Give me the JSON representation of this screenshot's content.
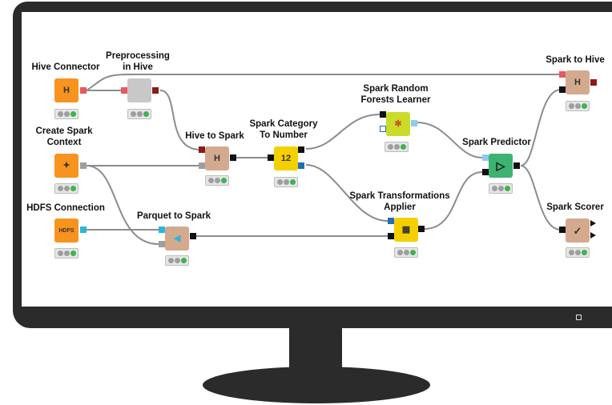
{
  "colors": {
    "orange": "#f7931e",
    "gray": "#c8c8c8",
    "tan": "#d4a98e",
    "yellow": "#f5d000",
    "lime": "#c9dc2a",
    "green": "#3cb371",
    "black": "#111111",
    "red": "#e8585e",
    "darkred": "#8b1a1a",
    "cyan": "#2ab7d8",
    "blue": "#1f6fb8",
    "lightblue": "#8ecaf0",
    "status_gray": "#9e9e9e",
    "status_green": "#3fb34f",
    "monitor": "#2b2b2b"
  },
  "nodes": [
    {
      "id": "hive_connector",
      "label": "Hive Connector",
      "icon": "hive-icon",
      "glyph": "H",
      "status": [
        "gray",
        "gray",
        "green"
      ]
    },
    {
      "id": "preprocessing",
      "label": "Preprocessing\nin Hive",
      "icon": "metanode-icon",
      "glyph": "",
      "status": [
        "gray",
        "gray",
        "green"
      ]
    },
    {
      "id": "create_spark",
      "label": "Create Spark\nContext",
      "icon": "spark-context-icon",
      "glyph": "✦",
      "status": [
        "gray",
        "gray",
        "green"
      ]
    },
    {
      "id": "hdfs",
      "label": "HDFS Connection",
      "icon": "hdfs-icon",
      "glyph": "HDFS",
      "status": [
        "gray",
        "gray",
        "green"
      ]
    },
    {
      "id": "hive_to_spark",
      "label": "Hive to Spark",
      "icon": "hive-to-spark-icon",
      "glyph": "H",
      "status": [
        "gray",
        "gray",
        "green"
      ]
    },
    {
      "id": "parquet",
      "label": "Parquet to Spark",
      "icon": "parquet-icon",
      "glyph": "◀",
      "status": [
        "gray",
        "gray",
        "green"
      ]
    },
    {
      "id": "category",
      "label": "Spark Category\nTo Number",
      "icon": "category-to-number-icon",
      "glyph": "12",
      "status": [
        "gray",
        "gray",
        "green"
      ]
    },
    {
      "id": "rf",
      "label": "Spark Random\nForests Learner",
      "icon": "random-forest-icon",
      "glyph": "✱",
      "status": [
        "gray",
        "gray",
        "green"
      ]
    },
    {
      "id": "transform",
      "label": "Spark Transformations\nApplier",
      "icon": "transformations-icon",
      "glyph": "▦",
      "status": [
        "gray",
        "gray",
        "green"
      ]
    },
    {
      "id": "predictor",
      "label": "Spark Predictor",
      "icon": "predictor-icon",
      "glyph": "▷",
      "status": [
        "gray",
        "gray",
        "green"
      ]
    },
    {
      "id": "to_hive",
      "label": "Spark to Hive",
      "icon": "spark-to-hive-icon",
      "glyph": "H",
      "status": [
        "gray",
        "gray",
        "green"
      ]
    },
    {
      "id": "scorer",
      "label": "Spark Scorer",
      "icon": "scorer-icon",
      "glyph": "✓",
      "status": [
        "gray",
        "gray",
        "green"
      ]
    }
  ]
}
